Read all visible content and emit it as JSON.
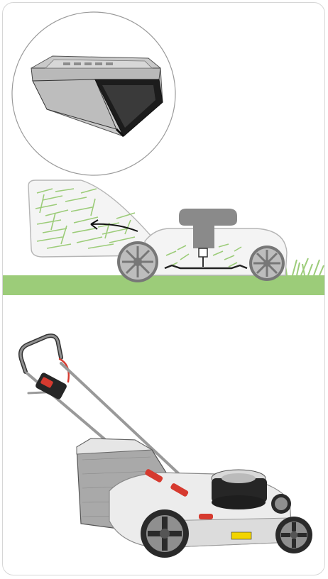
{
  "panels": [
    {
      "id": "grass-collection-diagram",
      "content": "illustration"
    },
    {
      "id": "lawn-mower-photo",
      "content": "illustration"
    }
  ],
  "colors": {
    "grass": "#9ccc79",
    "grass_dark": "#6fb348",
    "deck": "#f2f2f2",
    "outline": "#b5b5b5",
    "motor": "#8a8a8a",
    "mower_red": "#d63a2f",
    "mower_black": "#262626",
    "bag_grey": "#9a9a9a"
  }
}
